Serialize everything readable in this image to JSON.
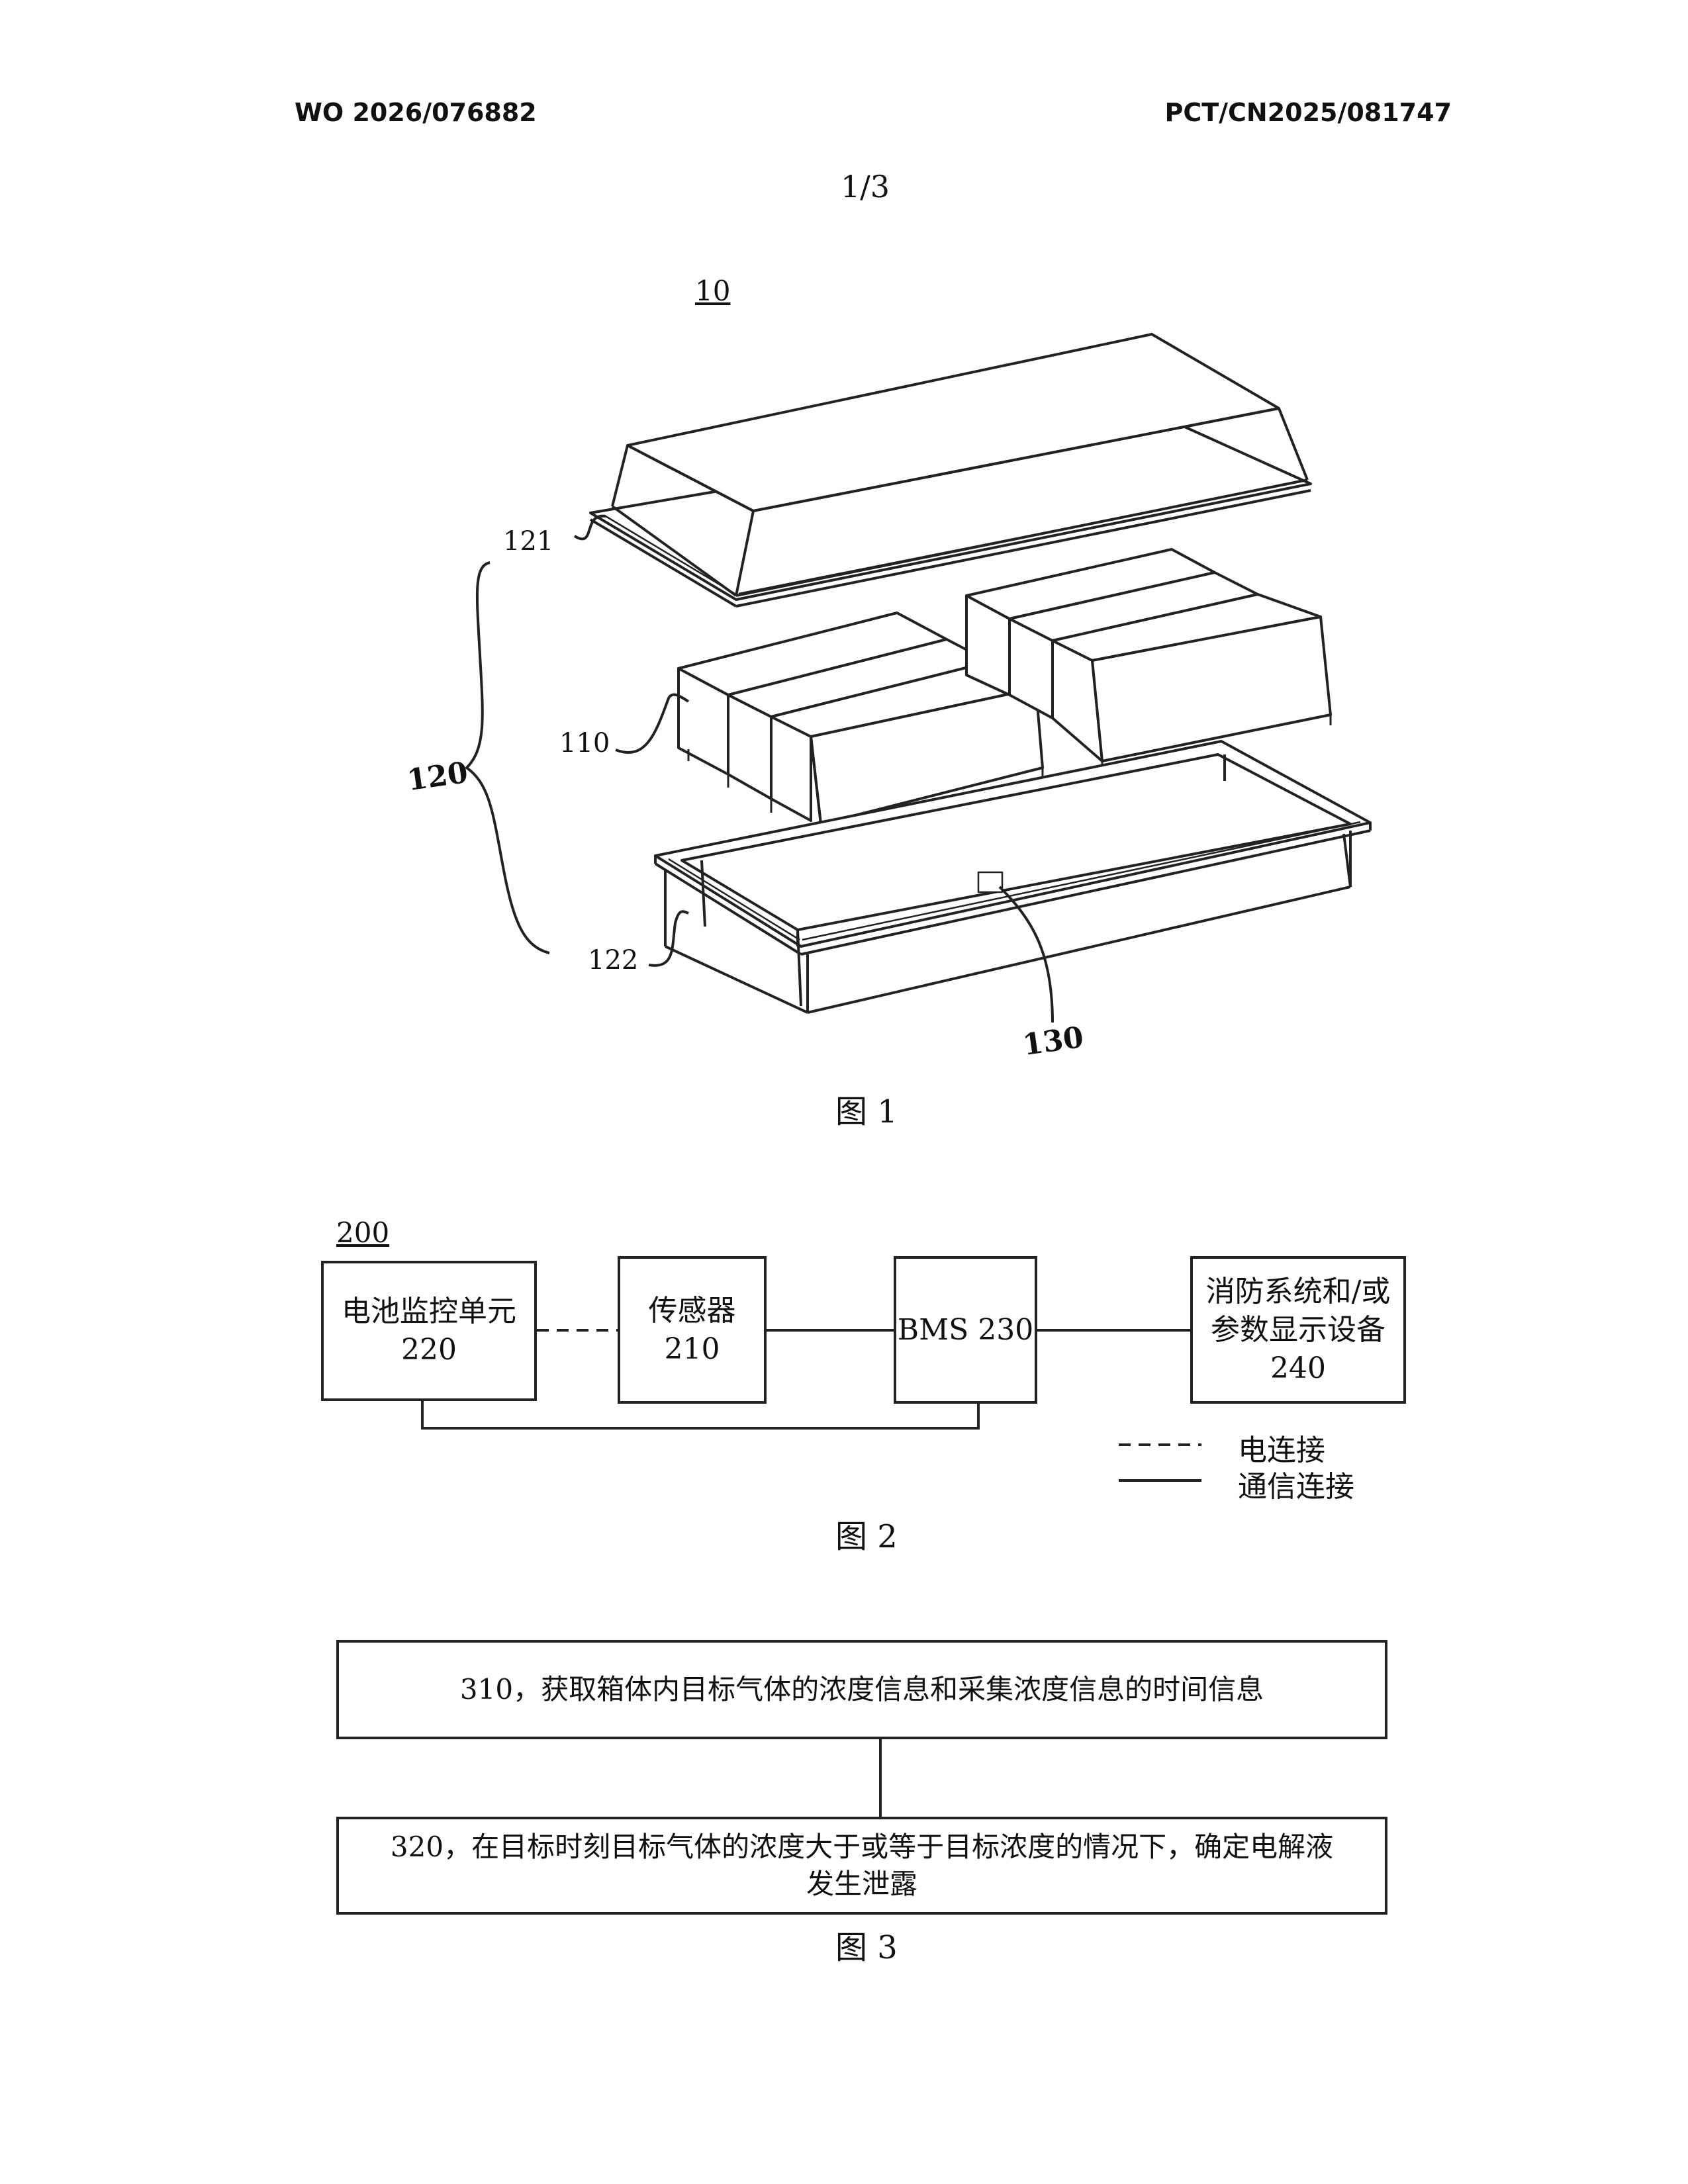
{
  "header": {
    "left": "WO 2026/076882",
    "right": "PCT/CN2025/081747"
  },
  "page_number": "1/3",
  "fig1": {
    "ref_main": "10",
    "labels": {
      "l121": "121",
      "l120": "120",
      "l110": "110",
      "l122": "122",
      "l130": "130"
    },
    "caption": "图 1"
  },
  "fig2": {
    "ref_main": "200",
    "boxes": {
      "b220_name": "电池监控单元",
      "b220_num": "220",
      "b210_name": "传感器",
      "b210_num": "210",
      "b230_name": "BMS 230",
      "b240_l1": "消防系统和/或",
      "b240_l2": "参数显示设备",
      "b240_num": "240"
    },
    "legend": {
      "dashed": "电连接",
      "solid": "通信连接"
    },
    "caption": "图 2"
  },
  "fig3": {
    "step1": "310，获取箱体内目标气体的浓度信息和采集浓度信息的时间信息",
    "step2_l1": "320，在目标时刻目标气体的浓度大于或等于目标浓度的情况下，确定电解液",
    "step2_l2": "发生泄露",
    "caption": "图 3"
  }
}
